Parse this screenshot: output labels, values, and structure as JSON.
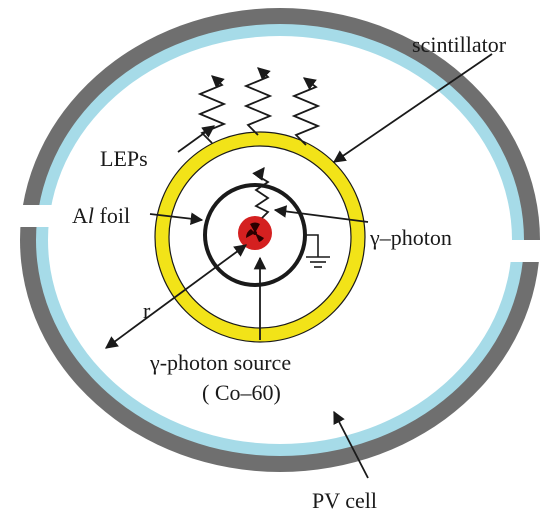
{
  "labels": {
    "scintillator": "scintillator",
    "leps": "LEPs",
    "al_foil_prefix": "A",
    "al_foil_italic": "l",
    "al_foil_suffix": " foil",
    "gamma_photon": "γ–photon",
    "radius": "r",
    "source_line1": "γ-photon source",
    "source_line2": "( Co–60)",
    "pv_cell": "PV cell"
  },
  "colors": {
    "pv_cell_outer": "#6f6f6f",
    "pv_cell_inner": "#a6dbe8",
    "scintillator": "#f2e318",
    "source": "#d42020",
    "line": "#1a1a1a"
  },
  "icons": {
    "ground": "ground-symbol-icon",
    "radiation": "radiation-trefoil-icon"
  }
}
